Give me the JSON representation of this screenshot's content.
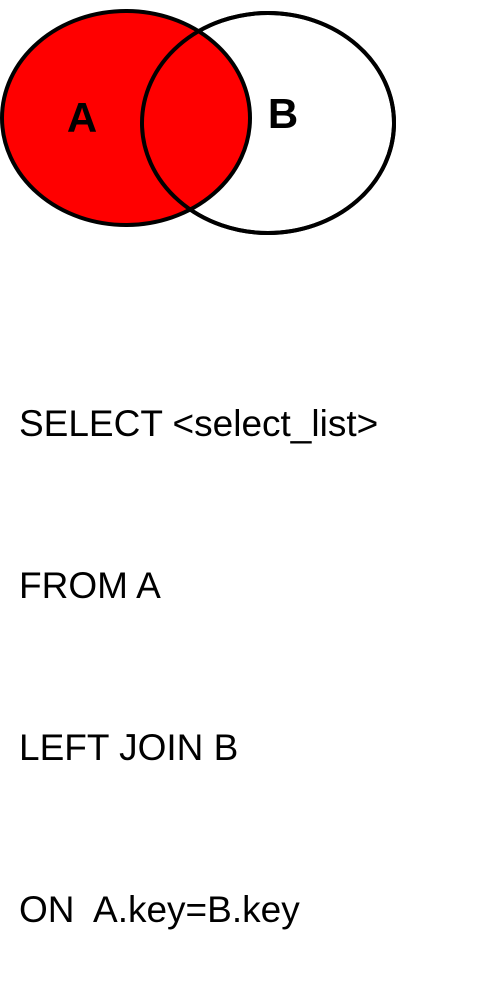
{
  "diagram": {
    "set_a_label": "A",
    "set_b_label": "B",
    "highlight_color": "#ff0000",
    "outline_color": "#000000",
    "unhighlighted_color": "#ffffff",
    "highlighted_region": "all of A (left join)"
  },
  "query": {
    "lines": [
      "SELECT <select_list>",
      "FROM A",
      "LEFT JOIN B",
      "ON  A.key=B.key"
    ]
  }
}
